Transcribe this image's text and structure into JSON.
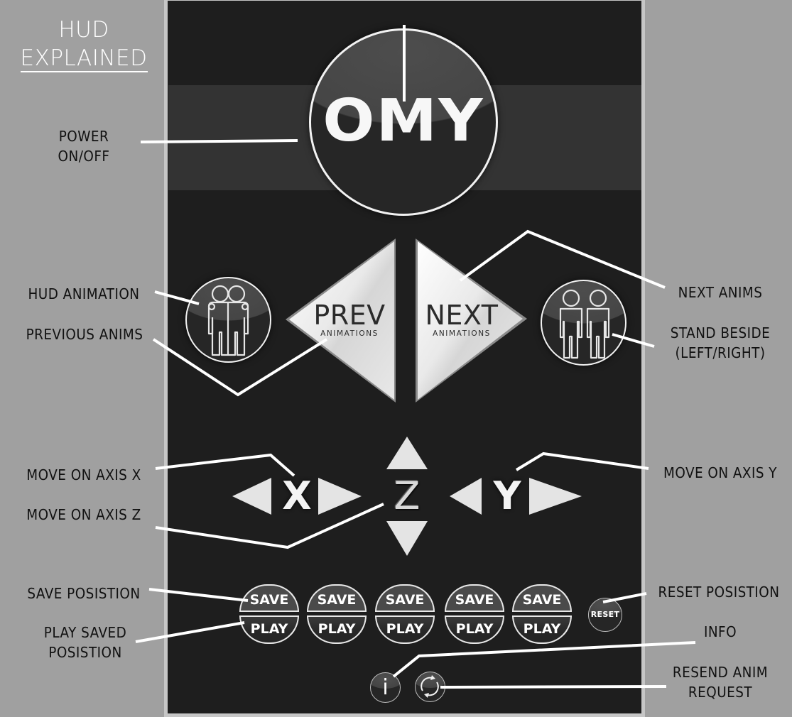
{
  "title": {
    "line1": "HUD",
    "line2": "EXPLAINED"
  },
  "labels": {
    "power": [
      "POWER",
      "ON/OFF"
    ],
    "hud_animation": "HUD ANIMATION",
    "previous_anims": "PREVIOUS ANIMS",
    "next_anims": "NEXT ANIMS",
    "stand_beside": [
      "STAND BESIDE",
      "(LEFT/RIGHT)"
    ],
    "move_x": "MOVE ON AXIS X",
    "move_z": "MOVE ON AXIS Z",
    "move_y": "MOVE ON AXIS Y",
    "save_position": "SAVE POSISTION",
    "play_saved": [
      "PLAY SAVED",
      "POSISTION"
    ],
    "reset_position": "RESET POSISTION",
    "info": "INFO",
    "resend": [
      "RESEND ANIM",
      "REQUEST"
    ]
  },
  "hud": {
    "power_button": {
      "logo": "OMY",
      "icon": "power-icon"
    },
    "hud_animation_button": {
      "icon": "two-people-hugging-icon"
    },
    "stand_beside_button": {
      "icon": "two-people-standing-icon"
    },
    "prev_button": {
      "label": "PREV",
      "sublabel": "ANIMATIONS"
    },
    "next_button": {
      "label": "NEXT",
      "sublabel": "ANIMATIONS"
    },
    "axis": {
      "x": "X",
      "y": "Y",
      "z": "Z"
    },
    "slots": [
      {
        "save": "SAVE",
        "play": "PLAY"
      },
      {
        "save": "SAVE",
        "play": "PLAY"
      },
      {
        "save": "SAVE",
        "play": "PLAY"
      },
      {
        "save": "SAVE",
        "play": "PLAY"
      },
      {
        "save": "SAVE",
        "play": "PLAY"
      }
    ],
    "reset_button": "RESET",
    "info_button": "i",
    "resend_button": {
      "icon": "refresh-icon"
    }
  },
  "colors": {
    "background": "#a0a0a0",
    "panel": "#1e1e1e",
    "panel_band": "#333333",
    "panel_border": "#c6c6c6",
    "accent": "#ffffff",
    "triangle": "#e6e6e6"
  }
}
